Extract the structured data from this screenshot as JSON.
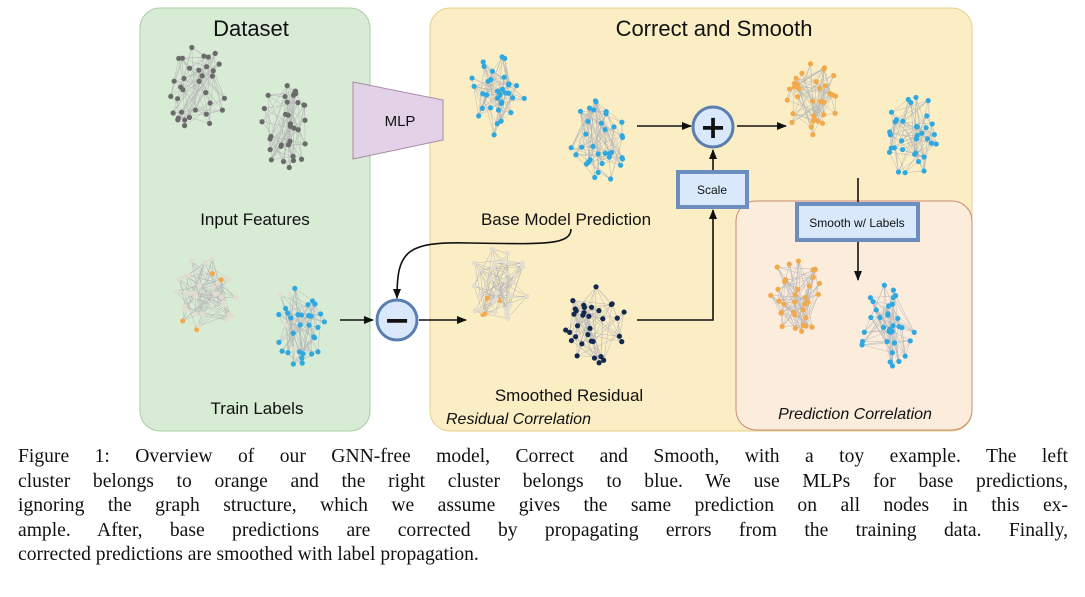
{
  "panels": {
    "dataset_title": "Dataset",
    "cs_title": "Correct and Smooth"
  },
  "labels": {
    "mlp": "MLP",
    "input_features": "Input Features",
    "train_labels": "Train Labels",
    "base_model_prediction": "Base Model Prediction",
    "smoothed_residual": "Smoothed Residual",
    "residual_correlation": "Residual Correlation",
    "prediction_correlation": "Prediction Correlation",
    "scale": "Scale",
    "smooth_with_labels": "Smooth w/ Labels",
    "plus": "+",
    "minus": "−"
  },
  "colors": {
    "dataset_fill": "#d7ebd5",
    "cs_fill": "#fbeec4",
    "prediction_fill": "#fcecdc",
    "mlp_fill": "#e3d2e7",
    "blue_node": "#2ea8e0",
    "orange_node": "#f2a94c",
    "gray_node": "#6a6a6a",
    "dark_node": "#12284f",
    "pale_node": "#e2ddd0",
    "box_border": "#6c8ebf"
  },
  "caption": [
    "Figure 1: Overview of our GNN-free model, Correct and Smooth, with a toy example. The left",
    "cluster belongs to orange and the right cluster belongs to blue. We use MLPs for base predictions,",
    "ignoring the graph structure, which we assume gives the same prediction on all nodes in this ex-",
    "ample. After, base predictions are corrected by propagating errors from the training data. Finally,",
    "corrected predictions are smoothed with label propagation."
  ]
}
